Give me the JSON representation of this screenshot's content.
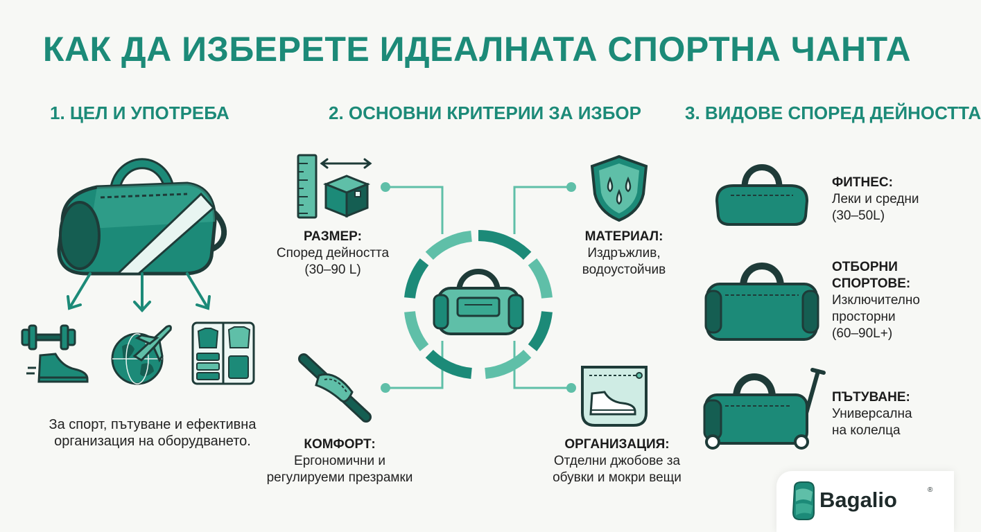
{
  "title": "КАК ДА ИЗБЕРЕТЕ ИДЕАЛНАТА СПОРТНА ЧАНТА",
  "sections": {
    "purpose": {
      "heading": "1. ЦЕЛ И УПОТРЕБА",
      "description_line1": "За спорт, пътуване и ефективна",
      "description_line2": "организация на оборудването."
    },
    "criteria": {
      "heading": "2. ОСНОВНИ КРИТЕРИИ ЗА ИЗБОР",
      "size": {
        "label": "РАЗМЕР:",
        "line1": "Според дейността",
        "line2": "(30–90 L)"
      },
      "material": {
        "label": "МАТЕРИАЛ:",
        "line1": "Издръжлив,",
        "line2": "водоустойчив"
      },
      "comfort": {
        "label": "КОМФОРТ:",
        "line1": "Ергономични и",
        "line2": "регулируеми презрамки"
      },
      "organization": {
        "label": "ОРГАНИЗАЦИЯ:",
        "line1": "Отделни джобове за",
        "line2": "обувки и мокри вещи"
      }
    },
    "types": {
      "heading": "3. ВИДОВЕ СПОРЕД ДЕЙНОСТТА",
      "fitness": {
        "label": "ФИТНЕС:",
        "line1": "Леки и средни",
        "line2": "(30–50L)"
      },
      "team": {
        "label1": "ОТБОРНИ",
        "label2": "СПОРТОВЕ:",
        "line1": "Изключително",
        "line2": "просторни",
        "line3": "(60–90L+)"
      },
      "travel": {
        "label": "ПЪТУВАНЕ:",
        "line1": "Универсална",
        "line2": "на колелца"
      }
    }
  },
  "brand": {
    "name": "Bagalio",
    "reg": "®"
  },
  "colors": {
    "primary": "#1c8a78",
    "dark": "#155e52",
    "light": "#5fbfa8",
    "pale": "#cfece4",
    "outline": "#1e3b38"
  },
  "icons": [
    "duffel-bag-icon",
    "dumbbell-icon",
    "sneaker-icon",
    "globe-icon",
    "airplane-icon",
    "wardrobe-icon",
    "ruler-icon",
    "box-icon",
    "shield-drops-icon",
    "strap-icon",
    "shoe-pouch-icon",
    "fitness-bag-icon",
    "team-bag-icon",
    "wheeled-bag-icon",
    "logo-icon"
  ]
}
